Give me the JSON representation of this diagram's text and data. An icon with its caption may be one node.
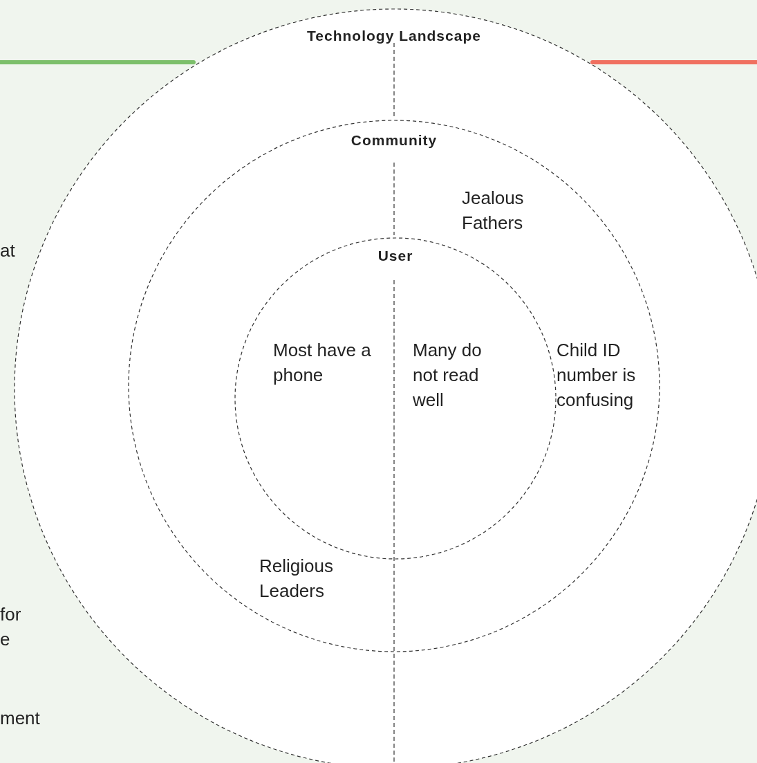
{
  "diagram": {
    "nodes": [
      {
        "text": [
          "Technology Landscape"
        ]
      },
      {
        "text": [
          "Community"
        ],
        "in": 0
      },
      {
        "text": [
          "User"
        ],
        "in": 1
      }
    ],
    "labels": [
      "Jealous Fathers",
      "at",
      "Most have a phone",
      "Many do not read well",
      "Child ID number is confusing",
      "Religious Leaders",
      "for e",
      "ment"
    ]
  }
}
